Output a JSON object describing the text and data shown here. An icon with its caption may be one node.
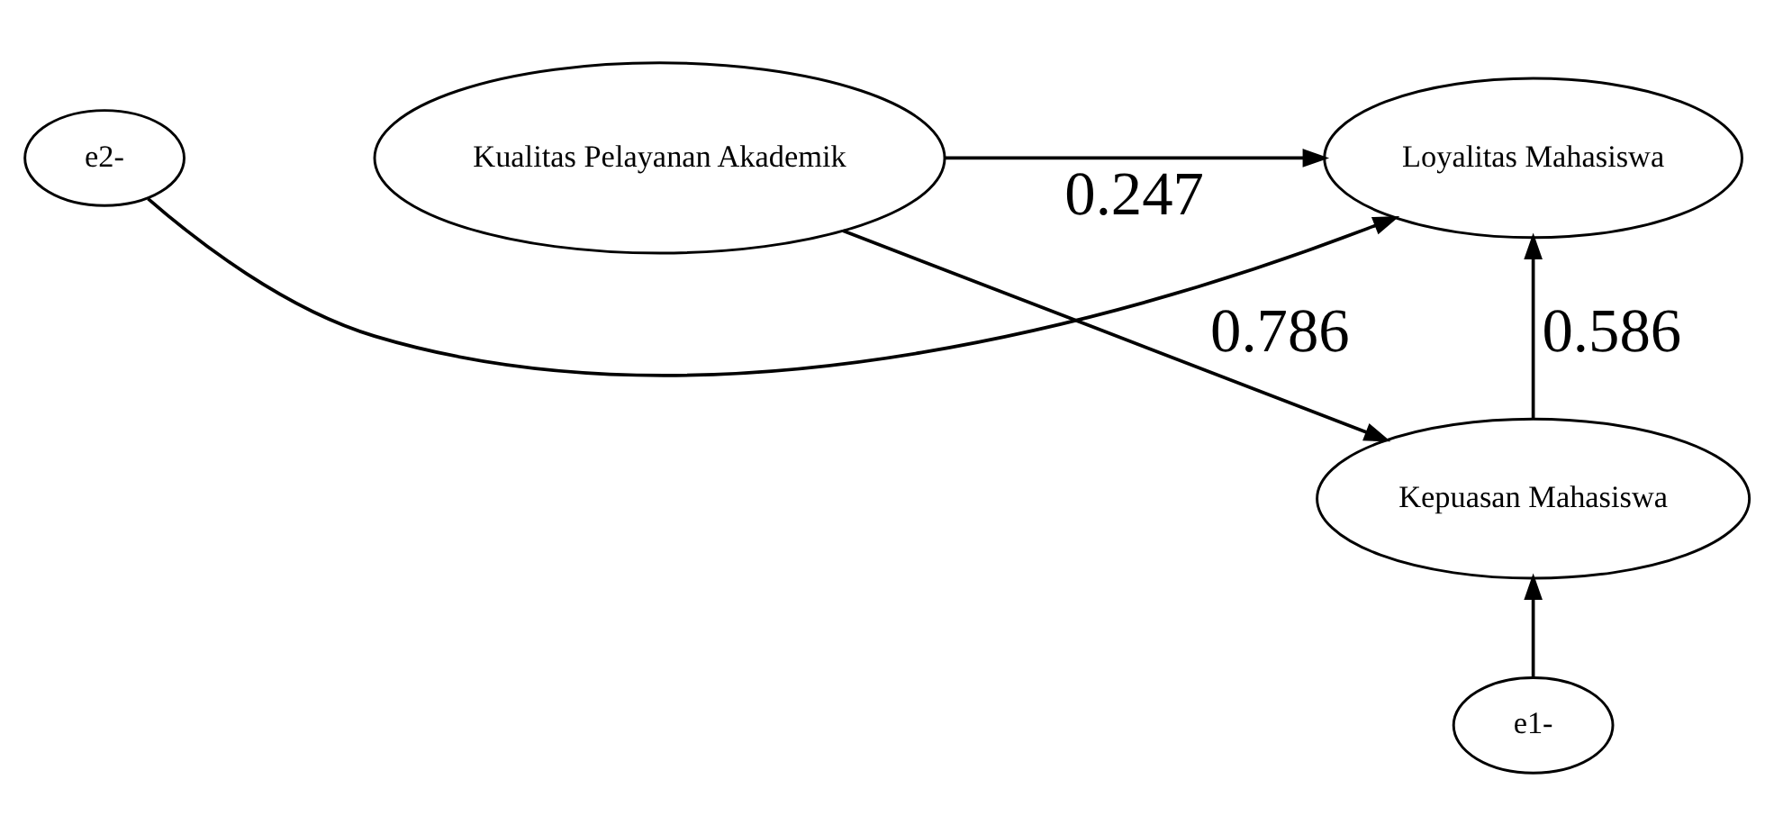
{
  "diagram": {
    "nodes": [
      {
        "text": [
          "Kualitas Pelayanan Akademik"
        ]
      },
      {
        "text": [
          "Loyalitas Mahasiswa"
        ]
      },
      {
        "text": [
          "e2-"
        ]
      },
      {
        "text": [
          "Kepuasan Mahasiswa"
        ]
      },
      {
        "text": [
          "e1-"
        ]
      }
    ],
    "edges": [
      {
        "from": 0,
        "to": 1,
        "arrow": "to",
        "label": "0.247"
      },
      {
        "from": 2,
        "to": 1,
        "arrow": "to"
      },
      {
        "from": 0,
        "to": 3,
        "arrow": "to",
        "label": "0.786"
      },
      {
        "from": 3,
        "to": 1,
        "arrow": "to",
        "label": "0.586"
      },
      {
        "from": 4,
        "to": 3,
        "arrow": "to"
      }
    ]
  }
}
